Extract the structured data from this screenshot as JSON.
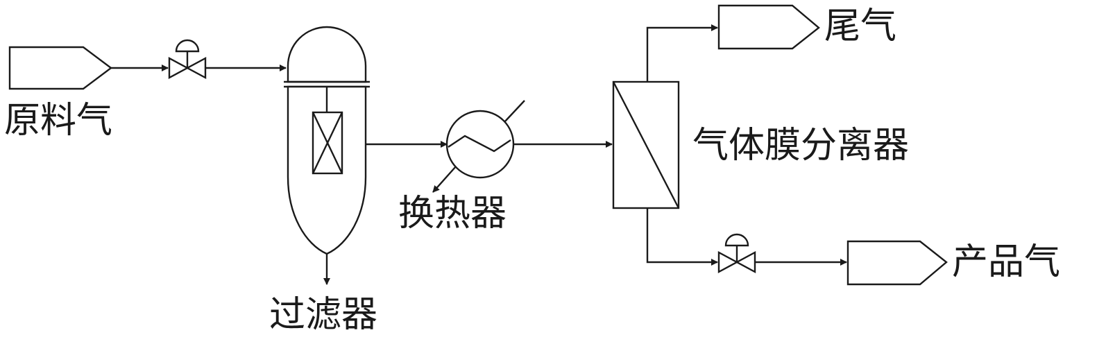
{
  "labels": {
    "feed_gas": "原料气",
    "filter": "过滤器",
    "heat_exchanger": "换热器",
    "membrane_separator": "气体膜分离器",
    "tail_gas": "尾气",
    "product_gas": "产品气"
  }
}
